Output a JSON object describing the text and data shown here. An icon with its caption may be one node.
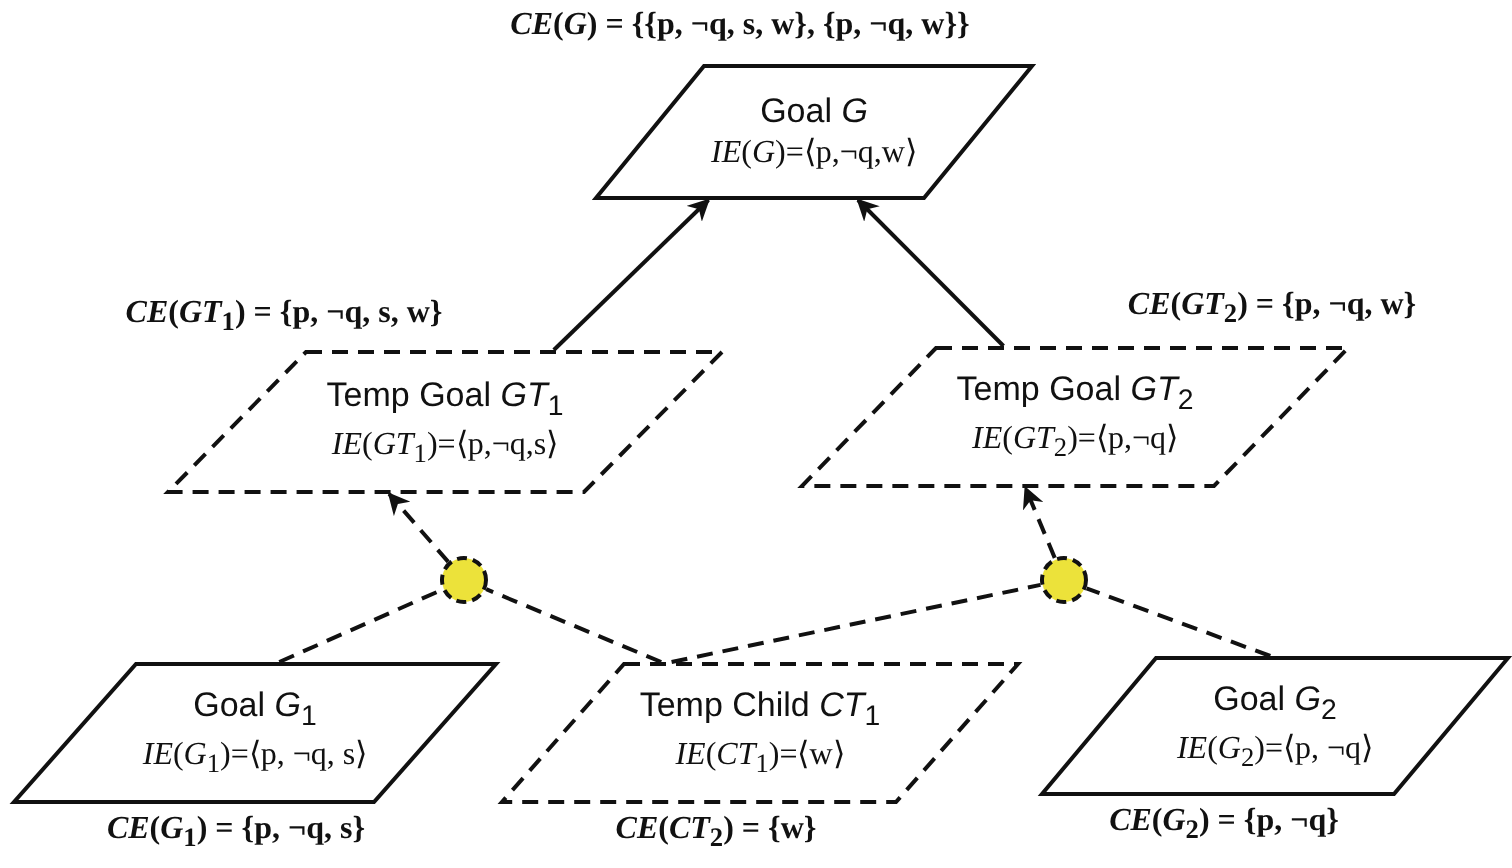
{
  "diagram": {
    "nodes": [
      {
        "text": [
          "Goal *G*",
          "*IE*(*G*)=⟨p,¬q,w⟩"
        ],
        "beside": [
          "*CE*(*G*) = {{p, ¬q, s, w}, {p, ¬q, w}}"
        ]
      },
      {
        "text": [
          "Temp Goal *GT*$_{1}$",
          "*IE*(*GT*$_{1}$)=⟨p,¬q,s⟩"
        ],
        "beside": [
          "*CE*(*GT*$_{1}$) = {p, ¬q, s, w}"
        ]
      },
      {
        "text": [
          "Temp Goal *GT*$_{2}$",
          "*IE*(*GT*$_{2}$)=⟨p,¬q⟩"
        ],
        "beside": [
          "*CE*(*GT*$_{2}$) = {p, ¬q, w}"
        ]
      },
      {
        "text": [],
        "shape": "circle"
      },
      {
        "text": [],
        "shape": "circle"
      },
      {
        "text": [
          "Goal *G*$_{1}$",
          "*IE*(*G*$_{1}$)=⟨p, ¬q, s⟩"
        ],
        "beside": [
          "*CE*(*G*$_{1}$) = {p, ¬q, s}"
        ]
      },
      {
        "text": [
          "Temp Child *CT*$_{1}$",
          "*IE*(*CT*$_{1}$)=⟨w⟩"
        ],
        "beside": [
          "*CE*(*CT*$_{2}$) = {w}"
        ]
      },
      {
        "text": [
          "Goal *G*$_{2}$",
          "*IE*(*G*$_{2}$)=⟨p, ¬q⟩"
        ],
        "beside": [
          "*CE*(*G*$_{2}$) = {p, ¬q}"
        ]
      }
    ],
    "edges": [
      {
        "from": 1,
        "to": 0,
        "arrow": "to"
      },
      {
        "from": 2,
        "to": 0,
        "arrow": "to"
      },
      {
        "from": 3,
        "to": 1,
        "arrow": "to",
        "style": "dashed"
      },
      {
        "from": 4,
        "to": 2,
        "arrow": "to",
        "style": "dashed"
      },
      {
        "from": 5,
        "to": 3,
        "arrow": "none",
        "style": "dashed"
      },
      {
        "from": 6,
        "to": 3,
        "arrow": "none",
        "style": "dashed"
      },
      {
        "from": 6,
        "to": 4,
        "arrow": "none",
        "style": "dashed"
      },
      {
        "from": 7,
        "to": 4,
        "arrow": "none",
        "style": "dashed"
      }
    ]
  }
}
